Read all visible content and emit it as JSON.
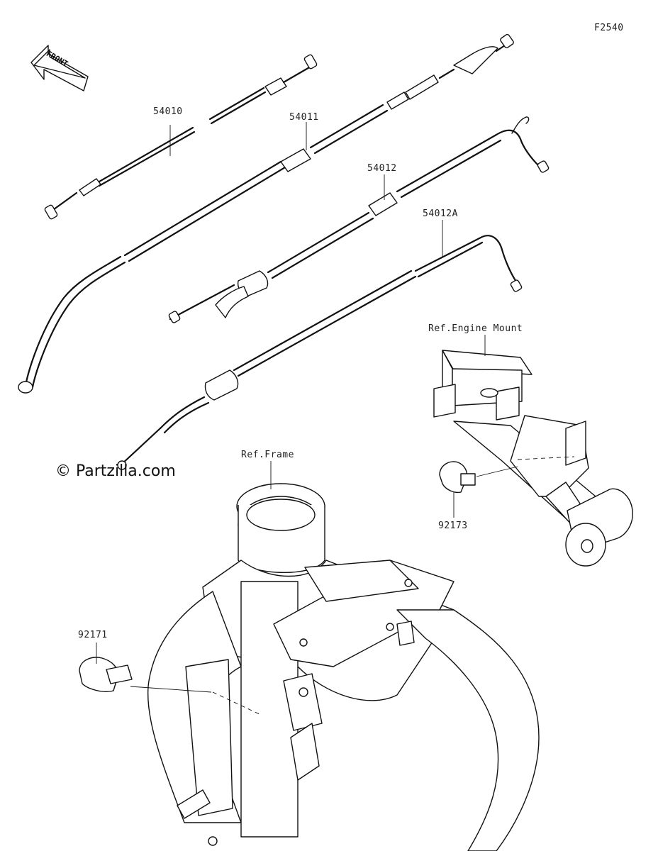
{
  "figure_code": "F2540",
  "front_arrow": "FRONT",
  "watermark": "© Partzilla.com",
  "parts": [
    {
      "id": "part-54010",
      "number": "54010"
    },
    {
      "id": "part-54011",
      "number": "54011"
    },
    {
      "id": "part-54012",
      "number": "54012"
    },
    {
      "id": "part-54012a",
      "number": "54012A"
    },
    {
      "id": "part-92173",
      "number": "92173"
    },
    {
      "id": "part-92171",
      "number": "92171"
    }
  ],
  "references": {
    "engine_mount": "Ref.Engine Mount",
    "frame": "Ref.Frame"
  }
}
